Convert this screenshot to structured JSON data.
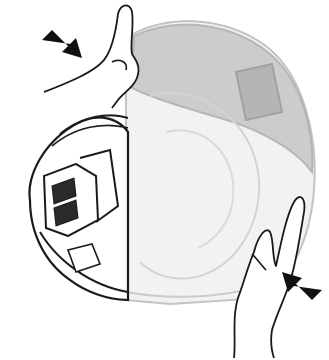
{
  "figure": {
    "kind": "instruction-illustration",
    "colors": {
      "line": "#1a1a1a",
      "helmet_fill": "#ffffff",
      "ghost_line": "#b8b8b8",
      "ghost_fill": "#efefef",
      "visor_tint": "#b5b5b5",
      "arrow": "#111111"
    },
    "elements": {
      "top_arrow_icon": "arrow-right-down",
      "bottom_arrow_icon": "arrow-left-up",
      "top_hand": "left-hand-pressing",
      "bottom_hand": "right-hand-pressing"
    }
  }
}
